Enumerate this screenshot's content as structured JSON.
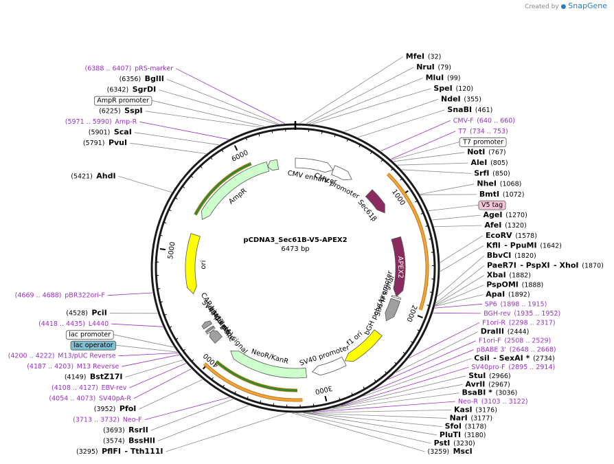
{
  "credit": {
    "prefix": "Created by",
    "brand": "SnapGene"
  },
  "plasmid": {
    "name": "pCDNA3_Sec61B-V5-APEX2",
    "size": "6473 bp",
    "length": 6473
  },
  "colors": {
    "enzyme": "#000000",
    "primer": "#9b2fc9",
    "feature_label": "#000000",
    "orange_arc": "#f2a33a",
    "green_arc": "#2e8b2e",
    "tick": "#8a3dd1"
  },
  "tick_labels": [
    "1000",
    "2000",
    "3000",
    "4000",
    "5000",
    "6000"
  ],
  "features": [
    {
      "id": "cmv-enhancer",
      "label": "CMV enhancer",
      "start": 0,
      "end": 380,
      "strand": 1,
      "color": "#ffffff"
    },
    {
      "id": "cmv-promoter",
      "label": "CMV promoter",
      "start": 380,
      "end": 584,
      "strand": 1,
      "color": "#ffffff"
    },
    {
      "id": "sec61b",
      "label": "Sec61β",
      "start": 800,
      "end": 1050,
      "strand": 1,
      "color": "#8b2a5e"
    },
    {
      "id": "apex2",
      "label": "APEX2",
      "start": 1320,
      "end": 1900,
      "strand": 1,
      "color": "#8b2a5e"
    },
    {
      "id": "sp6",
      "label": "SP6 promoter",
      "start": 1898,
      "end": 1915,
      "strand": -1,
      "color": "#ffffff"
    },
    {
      "id": "bgh",
      "label": "bGH poly(A) signal",
      "start": 1935,
      "end": 2160,
      "strand": 1,
      "color": "#a0a0a0"
    },
    {
      "id": "f1ori",
      "label": "f1 ori",
      "start": 2300,
      "end": 2730,
      "strand": 1,
      "color": "#ffff00"
    },
    {
      "id": "sv40p",
      "label": "SV40 promoter",
      "start": 2740,
      "end": 3070,
      "strand": 1,
      "color": "#ffffff"
    },
    {
      "id": "neor",
      "label": "NeoR/KanR",
      "start": 3130,
      "end": 3920,
      "strand": 1,
      "color": "#ccffcc"
    },
    {
      "id": "sv40pa",
      "label": "SV40 poly(A) signal",
      "start": 4080,
      "end": 4200,
      "strand": 1,
      "color": "#a0a0a0"
    },
    {
      "id": "m13rev",
      "label": "M13 rev",
      "start": 4187,
      "end": 4203,
      "strand": -1,
      "color": "#ffffff"
    },
    {
      "id": "lacop",
      "label": "lac operator",
      "start": 4211,
      "end": 4228,
      "strand": 1,
      "color": "#a0a0a0"
    },
    {
      "id": "cap",
      "label": "CAP binding site",
      "start": 4250,
      "end": 4300,
      "strand": 1,
      "color": "#a0a0a0"
    },
    {
      "id": "ori",
      "label": "ori",
      "start": 4600,
      "end": 5185,
      "strand": -1,
      "color": "#ffff00"
    },
    {
      "id": "ampr",
      "label": "AmpR",
      "start": 5350,
      "end": 6200,
      "strand": -1,
      "color": "#ccffcc"
    },
    {
      "id": "ampr-prom",
      "label": "",
      "start": 6200,
      "end": 6300,
      "strand": -1,
      "color": "#ccffcc"
    }
  ],
  "labels": [
    {
      "id": "mfei",
      "parts": [
        {
          "t": "MfeI",
          "b": 1
        },
        {
          "t": "(32)",
          "b": 0
        }
      ],
      "type": "enzyme",
      "anchor": 32
    },
    {
      "id": "prs-marker",
      "parts": [
        {
          "t": "(6388 .. 6407)",
          "b": 0
        },
        {
          "t": "pRS-marker",
          "b": 0
        }
      ],
      "type": "primer",
      "anchor": 6398
    },
    {
      "id": "bglii",
      "parts": [
        {
          "t": "(6356)",
          "b": 0
        },
        {
          "t": "BglII",
          "b": 1
        }
      ],
      "type": "enzyme",
      "anchor": 6356
    },
    {
      "id": "sgrdi",
      "parts": [
        {
          "t": "(6342)",
          "b": 0
        },
        {
          "t": "SgrDI",
          "b": 1
        }
      ],
      "type": "enzyme",
      "anchor": 6342
    },
    {
      "id": "ampr-promoter",
      "parts": [
        {
          "t": "AmpR promoter",
          "b": 0
        }
      ],
      "type": "feature",
      "anchor": 6250
    },
    {
      "id": "sspi",
      "parts": [
        {
          "t": "(6225)",
          "b": 0
        },
        {
          "t": "SspI",
          "b": 1
        }
      ],
      "type": "enzyme",
      "anchor": 6225
    },
    {
      "id": "amp-r",
      "parts": [
        {
          "t": "(5971 .. 5990)",
          "b": 0
        },
        {
          "t": "Amp-R",
          "b": 0
        }
      ],
      "type": "primer",
      "anchor": 5980
    },
    {
      "id": "scai",
      "parts": [
        {
          "t": "(5901)",
          "b": 0
        },
        {
          "t": "ScaI",
          "b": 1
        }
      ],
      "type": "enzyme",
      "anchor": 5901
    },
    {
      "id": "pvui",
      "parts": [
        {
          "t": "(5791)",
          "b": 0
        },
        {
          "t": "PvuI",
          "b": 1
        }
      ],
      "type": "enzyme",
      "anchor": 5791
    },
    {
      "id": "ahdi",
      "parts": [
        {
          "t": "(5421)",
          "b": 0
        },
        {
          "t": "AhdI",
          "b": 1
        }
      ],
      "type": "enzyme",
      "anchor": 5421
    },
    {
      "id": "nrui",
      "parts": [
        {
          "t": "NruI",
          "b": 1
        },
        {
          "t": "(79)",
          "b": 0
        }
      ],
      "type": "enzyme",
      "anchor": 79
    },
    {
      "id": "mlui",
      "parts": [
        {
          "t": "MluI",
          "b": 1
        },
        {
          "t": "(99)",
          "b": 0
        }
      ],
      "type": "enzyme",
      "anchor": 99
    },
    {
      "id": "spei",
      "parts": [
        {
          "t": "SpeI",
          "b": 1
        },
        {
          "t": "(120)",
          "b": 0
        }
      ],
      "type": "enzyme",
      "anchor": 120
    },
    {
      "id": "ndei",
      "parts": [
        {
          "t": "NdeI",
          "b": 1
        },
        {
          "t": "(355)",
          "b": 0
        }
      ],
      "type": "enzyme",
      "anchor": 355
    },
    {
      "id": "snabi",
      "parts": [
        {
          "t": "SnaBI",
          "b": 1
        },
        {
          "t": "(461)",
          "b": 0
        }
      ],
      "type": "enzyme",
      "anchor": 461
    },
    {
      "id": "cmv-f",
      "parts": [
        {
          "t": "CMV-F",
          "b": 0
        },
        {
          "t": "(640 .. 660)",
          "b": 0
        }
      ],
      "type": "primer",
      "anchor": 650
    },
    {
      "id": "t7",
      "parts": [
        {
          "t": "T7",
          "b": 0
        },
        {
          "t": "(734 .. 753)",
          "b": 0
        }
      ],
      "type": "primer",
      "anchor": 743
    },
    {
      "id": "t7-promoter",
      "parts": [
        {
          "t": "T7 promoter",
          "b": 0
        }
      ],
      "type": "feature",
      "anchor": 750
    },
    {
      "id": "noti",
      "parts": [
        {
          "t": "NotI",
          "b": 1
        },
        {
          "t": "(767)",
          "b": 0
        }
      ],
      "type": "enzyme",
      "anchor": 767
    },
    {
      "id": "alei",
      "parts": [
        {
          "t": "AleI",
          "b": 1
        },
        {
          "t": "(805)",
          "b": 0
        }
      ],
      "type": "enzyme",
      "anchor": 805
    },
    {
      "id": "srfi",
      "parts": [
        {
          "t": "SrfI",
          "b": 1
        },
        {
          "t": "(850)",
          "b": 0
        }
      ],
      "type": "enzyme",
      "anchor": 850
    },
    {
      "id": "nhei",
      "parts": [
        {
          "t": "NheI",
          "b": 1
        },
        {
          "t": "(1068)",
          "b": 0
        }
      ],
      "type": "enzyme",
      "anchor": 1068
    },
    {
      "id": "bmti",
      "parts": [
        {
          "t": "BmtI",
          "b": 1
        },
        {
          "t": "(1072)",
          "b": 0
        }
      ],
      "type": "enzyme",
      "anchor": 1072
    },
    {
      "id": "v5-tag",
      "parts": [
        {
          "t": "V5 tag",
          "b": 0
        }
      ],
      "type": "feature",
      "anchor": 1200
    },
    {
      "id": "agei",
      "parts": [
        {
          "t": "AgeI",
          "b": 1
        },
        {
          "t": "(1270)",
          "b": 0
        }
      ],
      "type": "enzyme",
      "anchor": 1270
    },
    {
      "id": "afei",
      "parts": [
        {
          "t": "AfeI",
          "b": 1
        },
        {
          "t": "(1320)",
          "b": 0
        }
      ],
      "type": "enzyme",
      "anchor": 1320
    },
    {
      "id": "ecorv",
      "parts": [
        {
          "t": "EcoRV",
          "b": 1
        },
        {
          "t": "(1578)",
          "b": 0
        }
      ],
      "type": "enzyme",
      "anchor": 1578
    },
    {
      "id": "kfli",
      "parts": [
        {
          "t": "KflI",
          "b": 1
        },
        {
          "t": "- PpuMI",
          "b": 1
        },
        {
          "t": "(1642)",
          "b": 0
        }
      ],
      "type": "enzyme",
      "anchor": 1642
    },
    {
      "id": "bbvci",
      "parts": [
        {
          "t": "BbvCI",
          "b": 1
        },
        {
          "t": "(1820)",
          "b": 0
        }
      ],
      "type": "enzyme",
      "anchor": 1820
    },
    {
      "id": "paer7i",
      "parts": [
        {
          "t": "PaeR7I",
          "b": 1
        },
        {
          "t": "- PspXI",
          "b": 1
        },
        {
          "t": "- XhoI",
          "b": 1
        },
        {
          "t": "(1870)",
          "b": 0
        }
      ],
      "type": "enzyme",
      "anchor": 1870
    },
    {
      "id": "xbai",
      "parts": [
        {
          "t": "XbaI",
          "b": 1
        },
        {
          "t": "(1882)",
          "b": 0
        }
      ],
      "type": "enzyme",
      "anchor": 1882
    },
    {
      "id": "pspomi",
      "parts": [
        {
          "t": "PspOMI",
          "b": 1
        },
        {
          "t": "(1888)",
          "b": 0
        }
      ],
      "type": "enzyme",
      "anchor": 1888
    },
    {
      "id": "apai",
      "parts": [
        {
          "t": "ApaI",
          "b": 1
        },
        {
          "t": "(1892)",
          "b": 0
        }
      ],
      "type": "enzyme",
      "anchor": 1892
    },
    {
      "id": "sp6-primer",
      "parts": [
        {
          "t": "SP6",
          "b": 0
        },
        {
          "t": "(1898 .. 1915)",
          "b": 0
        }
      ],
      "type": "primer",
      "anchor": 1906
    },
    {
      "id": "bgh-rev",
      "parts": [
        {
          "t": "BGH-rev",
          "b": 0
        },
        {
          "t": "(1935 .. 1952)",
          "b": 0
        }
      ],
      "type": "primer",
      "anchor": 1943
    },
    {
      "id": "f1ori-r",
      "parts": [
        {
          "t": "F1ori-R",
          "b": 0
        },
        {
          "t": "(2298 .. 2317)",
          "b": 0
        }
      ],
      "type": "primer",
      "anchor": 2307
    },
    {
      "id": "draiii",
      "parts": [
        {
          "t": "DraIII",
          "b": 1
        },
        {
          "t": "(2444)",
          "b": 0
        }
      ],
      "type": "enzyme",
      "anchor": 2444
    },
    {
      "id": "f1ori-f",
      "parts": [
        {
          "t": "F1ori-F",
          "b": 0
        },
        {
          "t": "(2508 .. 2529)",
          "b": 0
        }
      ],
      "type": "primer",
      "anchor": 2518
    },
    {
      "id": "pbabe3",
      "parts": [
        {
          "t": "pBABE 3'",
          "b": 0
        },
        {
          "t": "(2648 .. 2668)",
          "b": 0
        }
      ],
      "type": "primer",
      "anchor": 2658
    },
    {
      "id": "csii",
      "parts": [
        {
          "t": "CsiI",
          "b": 1
        },
        {
          "t": "- SexAI *",
          "b": 1
        },
        {
          "t": "(2734)",
          "b": 0
        }
      ],
      "type": "enzyme",
      "anchor": 2734
    },
    {
      "id": "sv40pro-f",
      "parts": [
        {
          "t": "SV40pro-F",
          "b": 0
        },
        {
          "t": "(2895 .. 2914)",
          "b": 0
        }
      ],
      "type": "primer",
      "anchor": 2904
    },
    {
      "id": "stui",
      "parts": [
        {
          "t": "StuI",
          "b": 1
        },
        {
          "t": "(2966)",
          "b": 0
        }
      ],
      "type": "enzyme",
      "anchor": 2966
    },
    {
      "id": "avrii",
      "parts": [
        {
          "t": "AvrII",
          "b": 1
        },
        {
          "t": "(2967)",
          "b": 0
        }
      ],
      "type": "enzyme",
      "anchor": 2967
    },
    {
      "id": "bsabi",
      "parts": [
        {
          "t": "BsaBI *",
          "b": 1
        },
        {
          "t": "(3036)",
          "b": 0
        }
      ],
      "type": "enzyme",
      "anchor": 3036
    },
    {
      "id": "neo-r",
      "parts": [
        {
          "t": "Neo-R",
          "b": 0
        },
        {
          "t": "(3103 .. 3122)",
          "b": 0
        }
      ],
      "type": "primer",
      "anchor": 3112
    },
    {
      "id": "kasi",
      "parts": [
        {
          "t": "KasI",
          "b": 1
        },
        {
          "t": "(3176)",
          "b": 0
        }
      ],
      "type": "enzyme",
      "anchor": 3176
    },
    {
      "id": "nari",
      "parts": [
        {
          "t": "NarI",
          "b": 1
        },
        {
          "t": "(3177)",
          "b": 0
        }
      ],
      "type": "enzyme",
      "anchor": 3177
    },
    {
      "id": "sfoi",
      "parts": [
        {
          "t": "SfoI",
          "b": 1
        },
        {
          "t": "(3178)",
          "b": 0
        }
      ],
      "type": "enzyme",
      "anchor": 3178
    },
    {
      "id": "plutl",
      "parts": [
        {
          "t": "PluTI",
          "b": 1
        },
        {
          "t": "(3180)",
          "b": 0
        }
      ],
      "type": "enzyme",
      "anchor": 3180
    },
    {
      "id": "psti",
      "parts": [
        {
          "t": "PstI",
          "b": 1
        },
        {
          "t": "(3230)",
          "b": 0
        }
      ],
      "type": "enzyme",
      "anchor": 3230
    },
    {
      "id": "msci",
      "parts": [
        {
          "t": "(3259)",
          "b": 0
        },
        {
          "t": "MscI",
          "b": 1
        }
      ],
      "type": "enzyme",
      "anchor": 3259
    },
    {
      "id": "pflfi",
      "parts": [
        {
          "t": "(3295)",
          "b": 0
        },
        {
          "t": "PflFI",
          "b": 1
        },
        {
          "t": "- Tth111I",
          "b": 1
        }
      ],
      "type": "enzyme",
      "anchor": 3295
    },
    {
      "id": "bsshii",
      "parts": [
        {
          "t": "(3574)",
          "b": 0
        },
        {
          "t": "BssHII",
          "b": 1
        }
      ],
      "type": "enzyme",
      "anchor": 3574
    },
    {
      "id": "rsrii",
      "parts": [
        {
          "t": "(3693)",
          "b": 0
        },
        {
          "t": "RsrII",
          "b": 1
        }
      ],
      "type": "enzyme",
      "anchor": 3693
    },
    {
      "id": "neo-f",
      "parts": [
        {
          "t": "(3713 .. 3732)",
          "b": 0
        },
        {
          "t": "Neo-F",
          "b": 0
        }
      ],
      "type": "primer",
      "anchor": 3722
    },
    {
      "id": "pfoi",
      "parts": [
        {
          "t": "(3952)",
          "b": 0
        },
        {
          "t": "PfoI",
          "b": 1
        }
      ],
      "type": "enzyme",
      "anchor": 3952
    },
    {
      "id": "sv40pa-r",
      "parts": [
        {
          "t": "(4054 .. 4073)",
          "b": 0
        },
        {
          "t": "SV40pA-R",
          "b": 0
        }
      ],
      "type": "primer",
      "anchor": 4063
    },
    {
      "id": "ebv-rev",
      "parts": [
        {
          "t": "(4108 .. 4127)",
          "b": 0
        },
        {
          "t": "EBV-rev",
          "b": 0
        }
      ],
      "type": "primer",
      "anchor": 4117
    },
    {
      "id": "bstz17i",
      "parts": [
        {
          "t": "(4149)",
          "b": 0
        },
        {
          "t": "BstZ17I",
          "b": 1
        }
      ],
      "type": "enzyme",
      "anchor": 4149
    },
    {
      "id": "m13-reverse",
      "parts": [
        {
          "t": "(4187 .. 4203)",
          "b": 0
        },
        {
          "t": "M13 Reverse",
          "b": 0
        }
      ],
      "type": "primer",
      "anchor": 4195
    },
    {
      "id": "lac-operator",
      "parts": [
        {
          "t": "lac operator",
          "b": 0
        }
      ],
      "type": "feature",
      "anchor": 4219
    },
    {
      "id": "m13puc-reverse",
      "parts": [
        {
          "t": "(4200 .. 4222)",
          "b": 0
        },
        {
          "t": "M13/pUC Reverse",
          "b": 0
        }
      ],
      "type": "primer",
      "anchor": 4211
    },
    {
      "id": "lac-promoter",
      "parts": [
        {
          "t": "lac promoter",
          "b": 0
        }
      ],
      "type": "feature",
      "anchor": 4260
    },
    {
      "id": "l4440",
      "parts": [
        {
          "t": "(4418 .. 4435)",
          "b": 0
        },
        {
          "t": "L4440",
          "b": 0
        }
      ],
      "type": "primer",
      "anchor": 4426
    },
    {
      "id": "pcii",
      "parts": [
        {
          "t": "(4528)",
          "b": 0
        },
        {
          "t": "PciI",
          "b": 1
        }
      ],
      "type": "enzyme",
      "anchor": 4528
    },
    {
      "id": "pbr322ori-f",
      "parts": [
        {
          "t": "(4669 .. 4688)",
          "b": 0
        },
        {
          "t": "pBR322ori-F",
          "b": 0
        }
      ],
      "type": "primer",
      "anchor": 4678
    }
  ]
}
